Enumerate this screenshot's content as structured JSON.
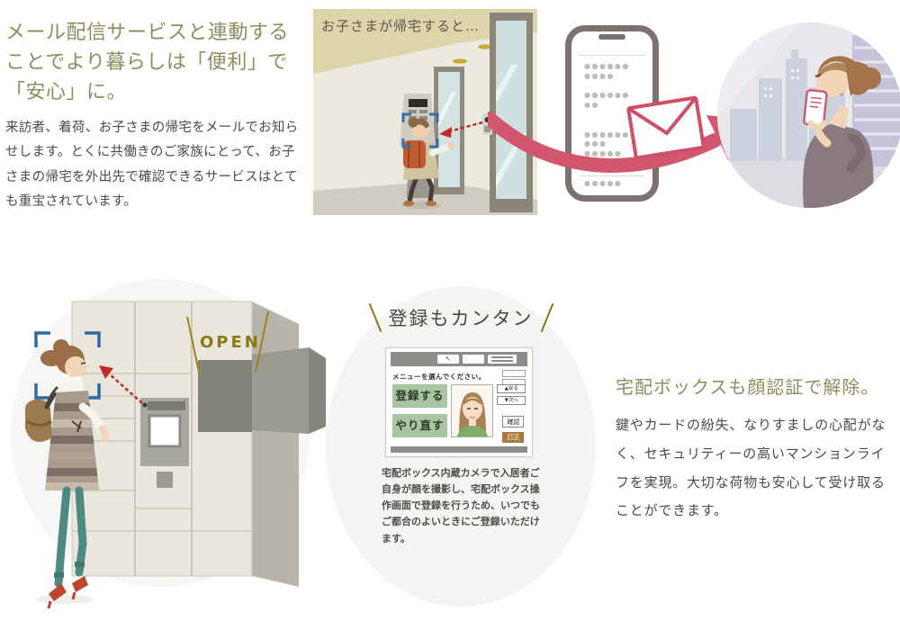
{
  "intro": {
    "heading": "メール配信サービスと連動することでより暮らしは「便利」で「安心」に。",
    "body": "来訪者、着荷、お子さまの帰宅をメールでお知らせします。とくに共働きのご家族にとって、お子さまの帰宅を外出先で確認できるサービスはとても重宝されています。"
  },
  "entrance_scene": {
    "caption": "お子さまが帰宅すると…"
  },
  "phone": {
    "dots_text": "●●●●●●\n●●●●\n\n●●●●●●\n●●\n\n\n●●●●●●●●\n●●●\n●●●●●\n●●●●\n\n●●●●●"
  },
  "delivery_box_scene": {
    "open_label": "OPEN"
  },
  "easy_registration": {
    "label": "登録もカンタン",
    "screen": {
      "prompt": "メニューを選んでください。",
      "back_arrow": "↖",
      "register_button": "登録する",
      "redo_button": "やり直す",
      "back_button": "▲戻る",
      "next_button": "▼次へ",
      "confirm_button": "確認",
      "correct_button": "訂正"
    },
    "caption": "宅配ボックス内蔵カメラで入居者ご自身が顔を撮影し、宅配ボックス操作画面で登録を行うため、いつでもご都合のよいときにご登録いただけます。"
  },
  "unlock": {
    "heading": "宅配ボックスも顔認証で解除。",
    "body": "鍵やカードの紛失、なりすましの心配がなく、セキュリティーの高いマンションライフを実現。大切な荷物も安心して受け取ることができます。"
  },
  "colors": {
    "accent_olive": "#8f8c5c",
    "accent_pink": "#d1566e",
    "face_frame_blue": "#336fa8",
    "alert_red": "#bf2b26",
    "green_button": "#a7c5a1",
    "brown_button": "#a87a3e",
    "open_gold": "#8a7815"
  }
}
